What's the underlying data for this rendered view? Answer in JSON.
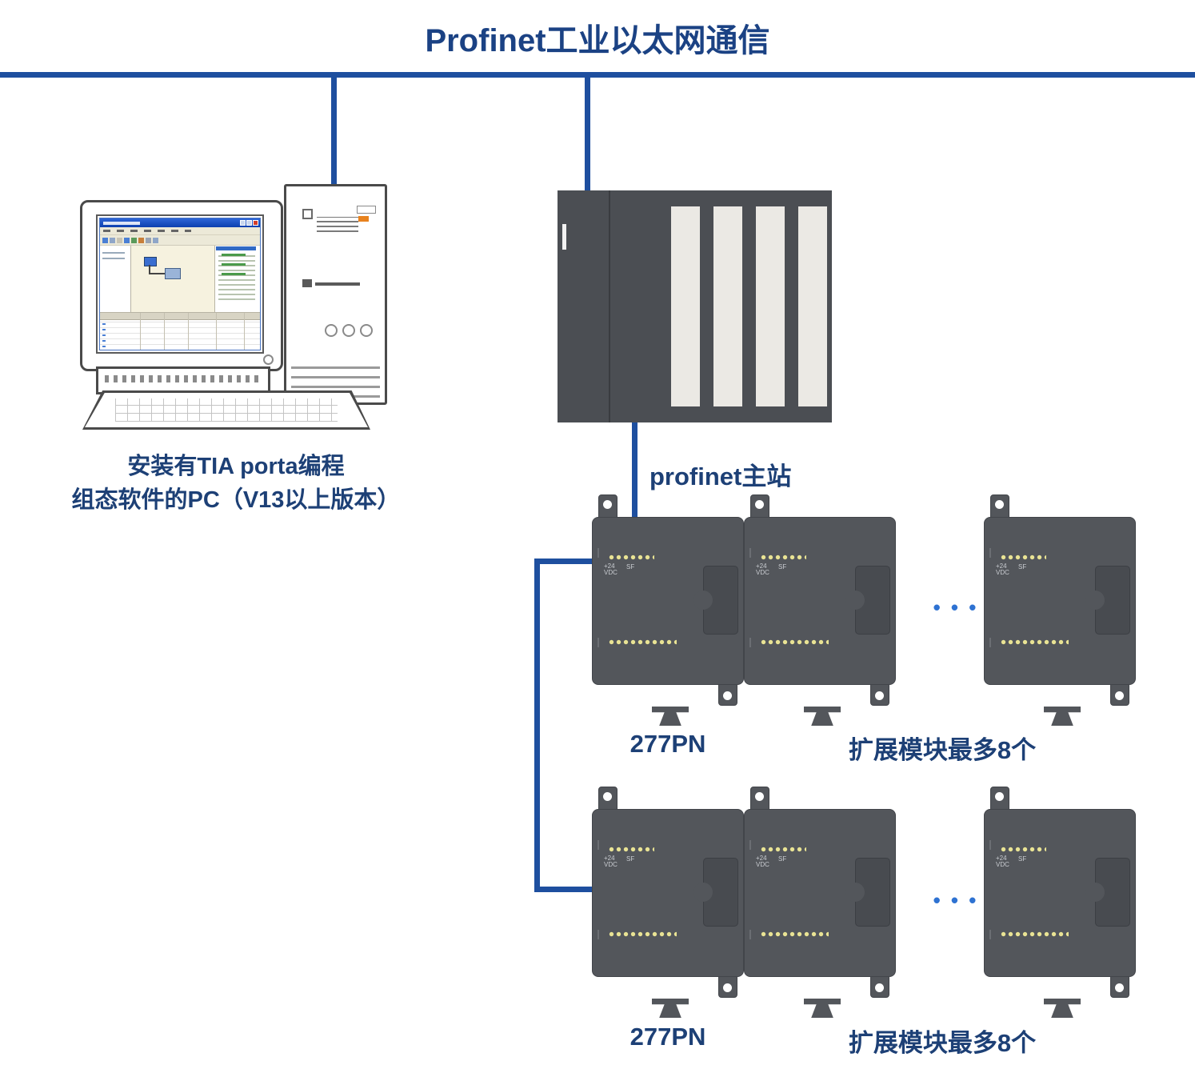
{
  "title": "Profinet工业以太网通信",
  "pc": {
    "caption_line1": "安装有TIA porta编程",
    "caption_line2": "组态软件的PC（V13以上版本）"
  },
  "plc": {
    "label": "profinet主站"
  },
  "module": {
    "power_line1": "+24",
    "power_line2": "VDC",
    "sf_label": "SF"
  },
  "rows": [
    {
      "device_label": "277PN",
      "expansion_label": "扩展模块最多8个",
      "ellipsis": "• • •"
    },
    {
      "device_label": "277PN",
      "expansion_label": "扩展模块最多8个",
      "ellipsis": "• • •"
    }
  ],
  "colors": {
    "accent_blue": "#1e4f9f",
    "title_blue": "#1b4284",
    "label_blue": "#1d4076",
    "dots_blue": "#2e72d2",
    "module_gray": "#53565b",
    "rack_gray": "#4b4e53",
    "slot_light": "#ebe9e4",
    "led_yellow": "#e9e394"
  }
}
